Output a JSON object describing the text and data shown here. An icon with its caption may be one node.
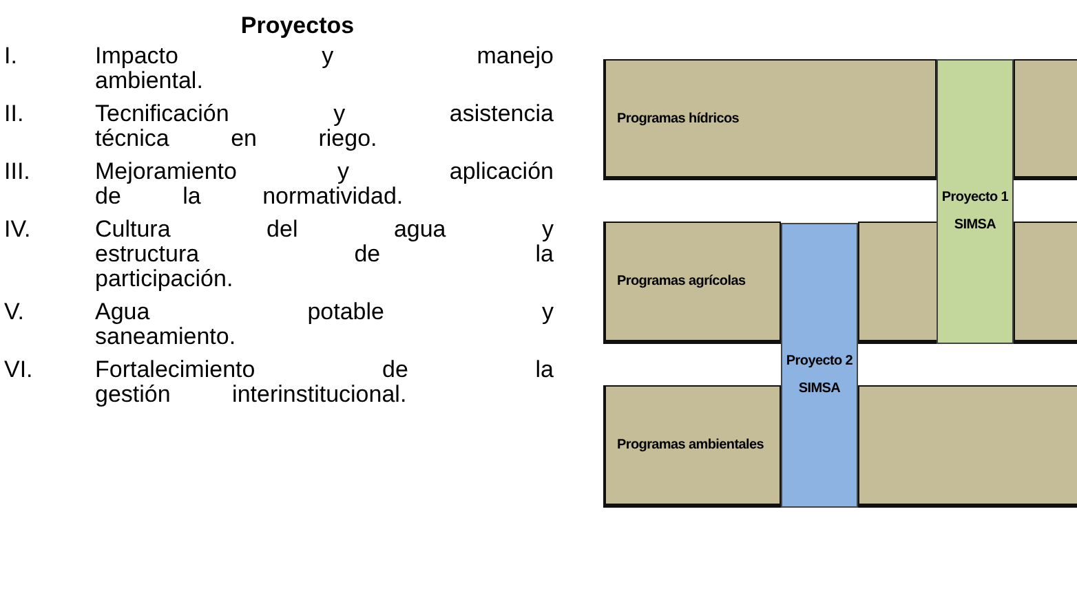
{
  "diagram": {
    "title": "Proyectos",
    "nodes": [
      {
        "text": [
          "Programas hídricos"
        ]
      },
      {
        "text": [
          "Programas agrícolas"
        ]
      },
      {
        "text": [
          "Programas ambientales"
        ]
      },
      {
        "text": [
          "Proyecto 1 SIMSA"
        ]
      },
      {
        "text": [
          "Proyecto 2 SIMSA"
        ]
      },
      {
        "text": [],
        "shape": "box"
      },
      {
        "text": [],
        "shape": "box"
      },
      {
        "text": [],
        "shape": "box"
      },
      {
        "text": [],
        "shape": "box"
      }
    ],
    "labels": [
      "I.",
      "Impacto y manejo ambiental.",
      "II.",
      "Tecnificación y asistencia técnica en riego.",
      "III.",
      "Mejoramiento y aplicación de la normatividad.",
      "IV.",
      "Cultura del agua y estructura de la participación.",
      "V.",
      "Agua potable y saneamiento.",
      "VI.",
      "Fortalecimiento de la gestión interinstitucional."
    ]
  }
}
